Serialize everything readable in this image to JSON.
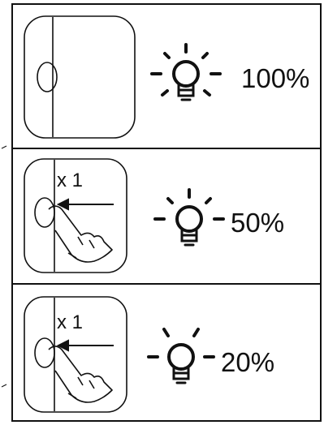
{
  "rows": [
    {
      "level": "100%",
      "press_count": ""
    },
    {
      "level": "50%",
      "press_count": "x 1"
    },
    {
      "level": "20%",
      "press_count": "x 1"
    }
  ],
  "colors": {
    "stroke": "#111111",
    "background": "#ffffff"
  },
  "icons": [
    "switch-icon",
    "hand-press-icon",
    "light-bulb-icon",
    "arrow-icon"
  ]
}
